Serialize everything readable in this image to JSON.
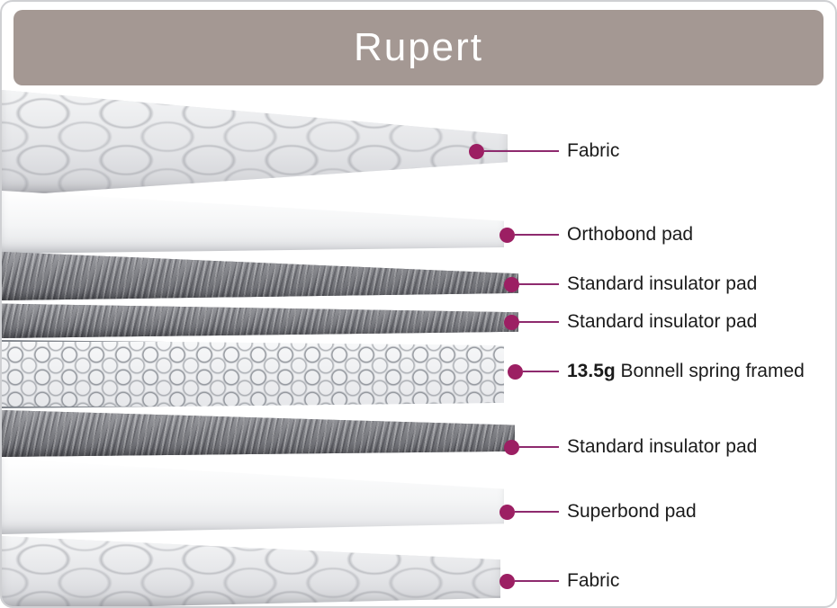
{
  "header": {
    "title": "Rupert"
  },
  "colors": {
    "header_bg": "#a49893",
    "dot": "#9c1f63",
    "line": "#8e2a6e",
    "label_text": "#1b1b1b"
  },
  "callouts": [
    {
      "label": "Fabric"
    },
    {
      "label": "Orthobond pad"
    },
    {
      "label": "Standard insulator pad"
    },
    {
      "label": "Standard insulator pad"
    },
    {
      "label_bold": "13.5g",
      "label_rest": " Bonnell spring framed"
    },
    {
      "label": "Standard insulator pad"
    },
    {
      "label": "Superbond pad"
    },
    {
      "label": "Fabric"
    }
  ]
}
